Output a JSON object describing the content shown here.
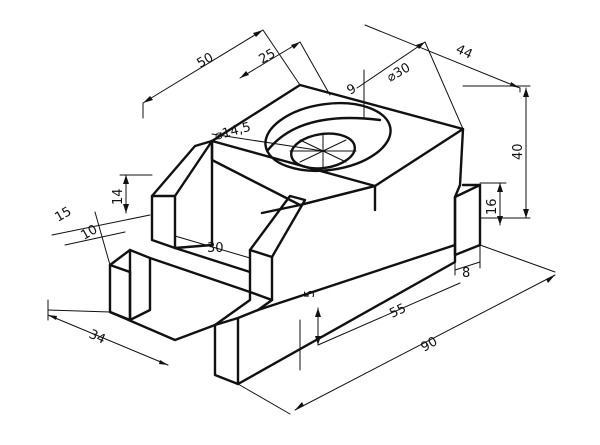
{
  "drawing": {
    "dimensions": {
      "d50": "50",
      "d25": "25",
      "d30_dia": "⌀30",
      "d44": "44",
      "d9": "9",
      "d14_5": "⌀14,5",
      "d40": "40",
      "d14": "14",
      "d16": "16",
      "d15": "15",
      "d10": "10",
      "d30": "30",
      "d8": "8",
      "d5": "5",
      "d55": "55",
      "d34": "34",
      "d90": "90"
    },
    "colors": {
      "line": "#111111",
      "background": "#ffffff"
    }
  }
}
